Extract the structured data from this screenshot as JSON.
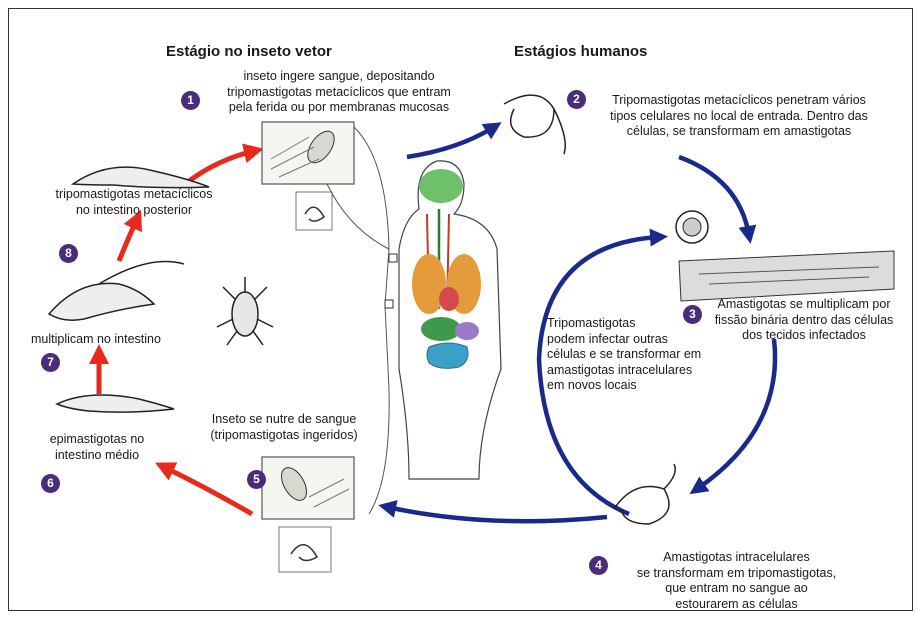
{
  "titles": {
    "vector": "Estágio no inseto vetor",
    "human": "Estágios humanos"
  },
  "steps": [
    {
      "num": "1",
      "text": "inseto ingere sangue, depositando\ntripomastigotas metacíclicos que entram\npela ferida ou por membranas mucosas"
    },
    {
      "num": "2",
      "text": "Tripomastigotas metacíclicos penetram vários\ntipos celulares no local de entrada. Dentro das\ncélulas, se transformam em amastigotas"
    },
    {
      "num": "3",
      "text": "Amastigotas se multiplicam por\nfissão binária dentro das células\ndos tecidos infectados"
    },
    {
      "num": "4",
      "text": "Amastigotas intracelulares\nse transformam em tripomastigotas,\nque entram no sangue ao\nestourarem as células"
    },
    {
      "num": "5",
      "text": "Inseto se nutre de sangue\n(tripomastigotas ingeridos)"
    },
    {
      "num": "6",
      "text": "epimastigotas no\nintestino médio"
    },
    {
      "num": "7",
      "text": "multiplicam no intestino"
    },
    {
      "num": "8",
      "text": "tripomastigotas metacíclicos\nno intestino posterior"
    }
  ],
  "inner_loop": "Tripomastigotas\npodem infectar outras\ncélulas e se transformar em\namastigotas intracelulares\nem novos locais",
  "colors": {
    "vector_arrow": "#e8291c",
    "human_arrow": "#1a2a8a",
    "badge": "#4a2c7a"
  }
}
